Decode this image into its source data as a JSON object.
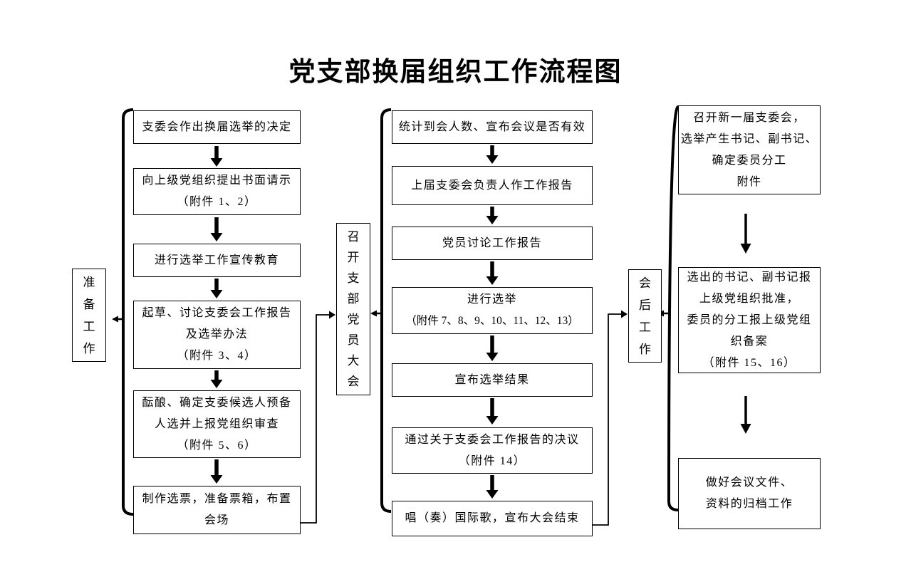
{
  "title": "党支部换届组织工作流程图",
  "colors": {
    "ink": "#000000",
    "background": "#ffffff"
  },
  "phases": {
    "prepare": {
      "label": "准备工作",
      "steps": [
        {
          "lines": [
            "支委会作出换届选举的决定"
          ]
        },
        {
          "lines": [
            "向上级党组织提出书面请示",
            "（附件 1、2）"
          ]
        },
        {
          "lines": [
            "进行选举工作宣传教育"
          ]
        },
        {
          "lines": [
            "起草、讨论支委会工作报告",
            "及选举办法",
            "（附件 3、4）"
          ]
        },
        {
          "lines": [
            "酝酿、确定支委候选人预备",
            "人选并上报党组织审查",
            "（附件 5、6）"
          ]
        },
        {
          "lines": [
            "制作选票，准备票箱，布置",
            "会场"
          ]
        }
      ]
    },
    "assembly": {
      "label": "召开支部党员大会",
      "steps": [
        {
          "lines": [
            "统计到会人数、宣布会议是否有效"
          ]
        },
        {
          "lines": [
            "上届支委会负责人作工作报告"
          ]
        },
        {
          "lines": [
            "党员讨论工作报告"
          ]
        },
        {
          "lines": [
            "进行选举",
            "（附件 7、8、9、10、11、12、13）"
          ]
        },
        {
          "lines": [
            "宣布选举结果"
          ]
        },
        {
          "lines": [
            "通过关于支委会工作报告的决议",
            "（附件 14）"
          ]
        },
        {
          "lines": [
            "唱（奏）国际歌，宣布大会结束"
          ]
        }
      ]
    },
    "after": {
      "label": "会后工作",
      "steps": [
        {
          "lines": [
            "召开新一届支委会，",
            "选举产生书记、副书记、",
            "确定委员分工",
            "附件"
          ]
        },
        {
          "lines": [
            "选出的书记、副书记报",
            "上级党组织批准，",
            "委员的分工报上级党组",
            "织备案",
            "（附件 15、16）"
          ]
        },
        {
          "lines": [
            "做好会议文件、",
            "资料的归档工作"
          ]
        }
      ]
    }
  }
}
